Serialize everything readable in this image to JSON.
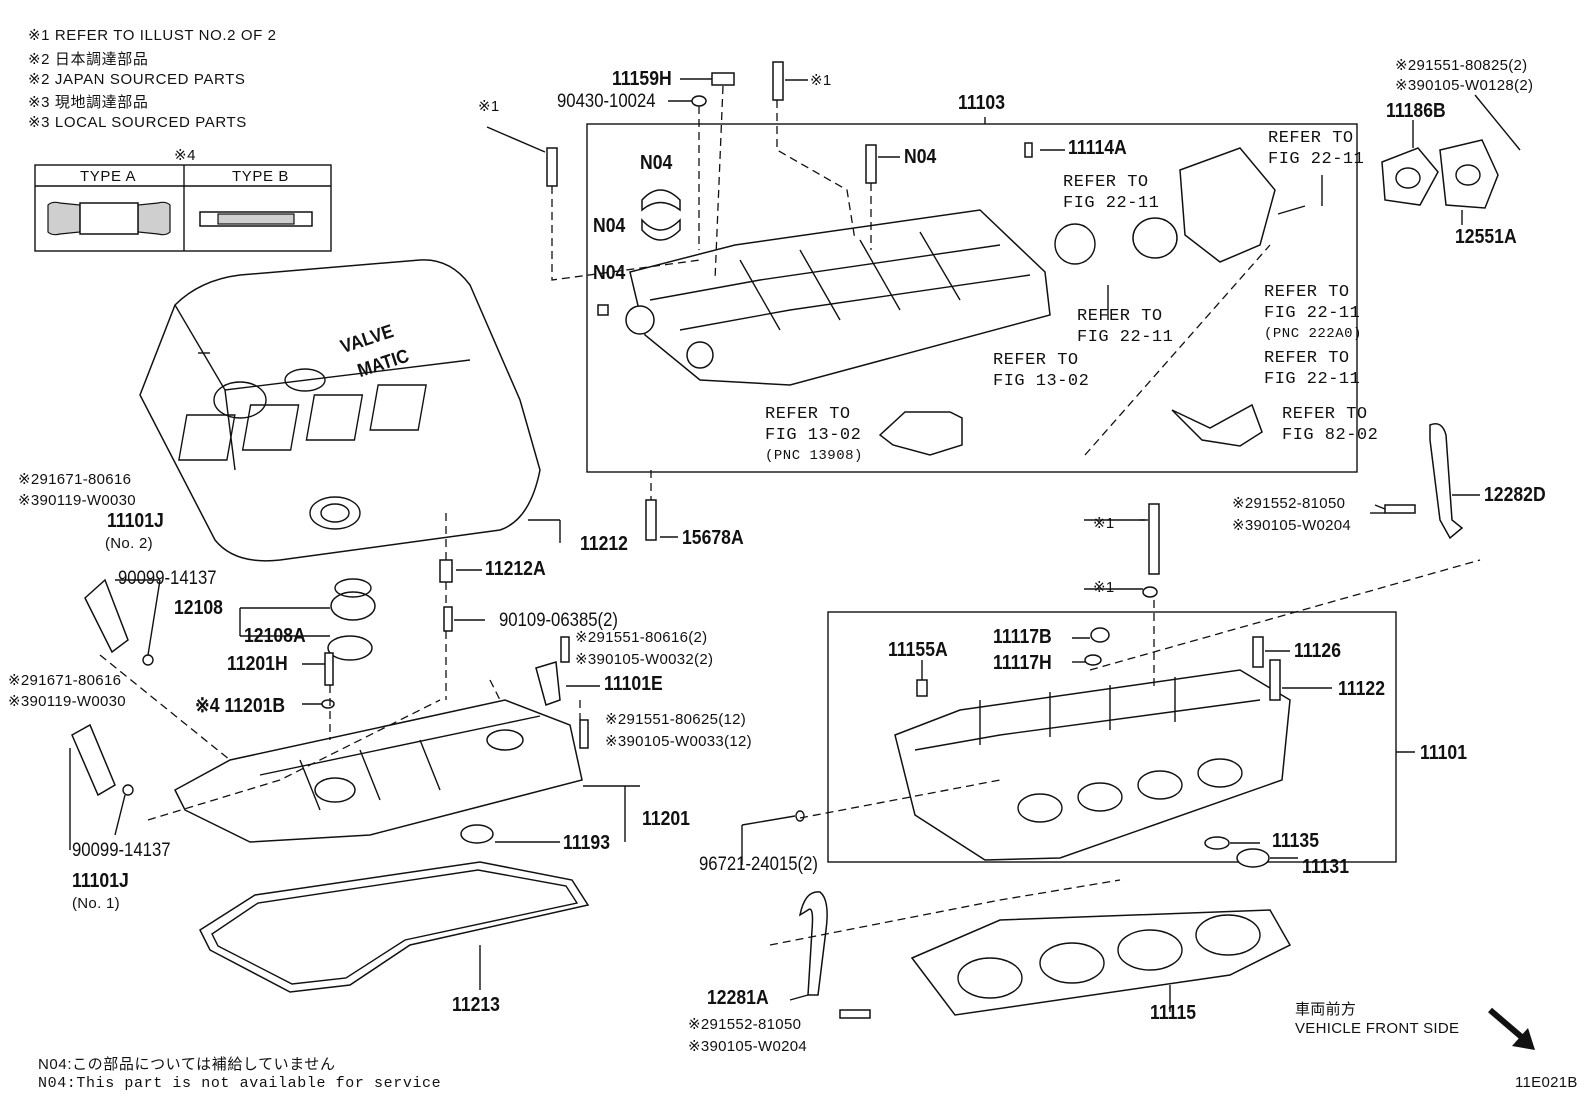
{
  "notes": {
    "n1": "※1 REFER TO ILLUST NO.2 OF 2",
    "n2_jp": "※2 日本調達部品",
    "n2_en": "※2 JAPAN SOURCED PARTS",
    "n3_jp": "※3 現地調達部品",
    "n3_en": "※3 LOCAL SOURCED PARTS",
    "type_header": "※4",
    "type_a": "TYPE A",
    "type_b": "TYPE B"
  },
  "valve_cover_text": {
    "line1": "VALVE",
    "line2": "MATIC"
  },
  "labels": {
    "p11159H": "11159H",
    "p90430": "90430-10024",
    "p11103": "11103",
    "s1_bolt_top": "※1",
    "s1_left": "※1",
    "n04_a": "N04",
    "n04_b": "N04",
    "n04_c": "N04",
    "n04_d": "N04",
    "p11114A": "11114A",
    "ref_2211_a": [
      "REFER TO",
      "FIG 22-11"
    ],
    "ref_2211_b": [
      "REFER TO",
      "FIG 22-11"
    ],
    "ref_2211_c": [
      "REFER TO",
      "FIG 22-11"
    ],
    "ref_2211_d": [
      "REFER TO",
      "FIG 22-11",
      "(PNC 222A0)"
    ],
    "ref_2211_e": [
      "REFER TO",
      "FIG 22-11"
    ],
    "ref_1302_a": [
      "REFER TO",
      "FIG 13-02"
    ],
    "ref_1302_b": [
      "REFER TO",
      "FIG 13-02",
      "(PNC 13908)"
    ],
    "ref_8202": [
      "REFER TO",
      "FIG 82-02"
    ],
    "p11186B": "11186B",
    "p12551A": "12551A",
    "tr_parts_1": "※291551-80825(2)",
    "tr_parts_2": "※390105-W0128(2)",
    "left_parts_1": "※291671-80616",
    "left_parts_2": "※390119-W0030",
    "p11101J_2": "11101J",
    "p11101J_2_sub": "(No. 2)",
    "p90099_a": "90099-14137",
    "p12108": "12108",
    "p12108A": "12108A",
    "p11201H": "11201H",
    "p11201B": "※4 11201B",
    "left_parts_3": "※291671-80616",
    "left_parts_4": "※390119-W0030",
    "p90099_b": "90099-14137",
    "p11101J_1": "11101J",
    "p11101J_1_sub": "(No. 1)",
    "p11212": "11212",
    "p11212A": "11212A",
    "p15678A": "15678A",
    "p90109": "90109-06385(2)",
    "mid_parts_1": "※291551-80616(2)",
    "mid_parts_2": "※390105-W0032(2)",
    "p11101E": "11101E",
    "mid_parts_3": "※291551-80625(12)",
    "mid_parts_4": "※390105-W0033(12)",
    "p11201": "11201",
    "p11193": "11193",
    "p11213": "11213",
    "r_parts_1": "※291552-81050",
    "r_parts_2": "※390105-W0204",
    "p12282D": "12282D",
    "s1_bolt": "※1",
    "s1_washer": "※1",
    "p11155A": "11155A",
    "p11117B": "11117B",
    "p11117H": "11117H",
    "p11126": "11126",
    "p11122": "11122",
    "p11101": "11101",
    "p96721": "96721-24015(2)",
    "p11135": "11135",
    "p11131": "11131",
    "p12281A": "12281A",
    "b_parts_1": "※291552-81050",
    "b_parts_2": "※390105-W0204",
    "p11115": "11115",
    "front_jp": "車両前方",
    "front_en": "VEHICLE FRONT SIDE",
    "fig_id": "11E021B"
  },
  "footer": {
    "n04_jp": "N04:この部品については補給していません",
    "n04_en": "N04:This part is not available for service"
  }
}
